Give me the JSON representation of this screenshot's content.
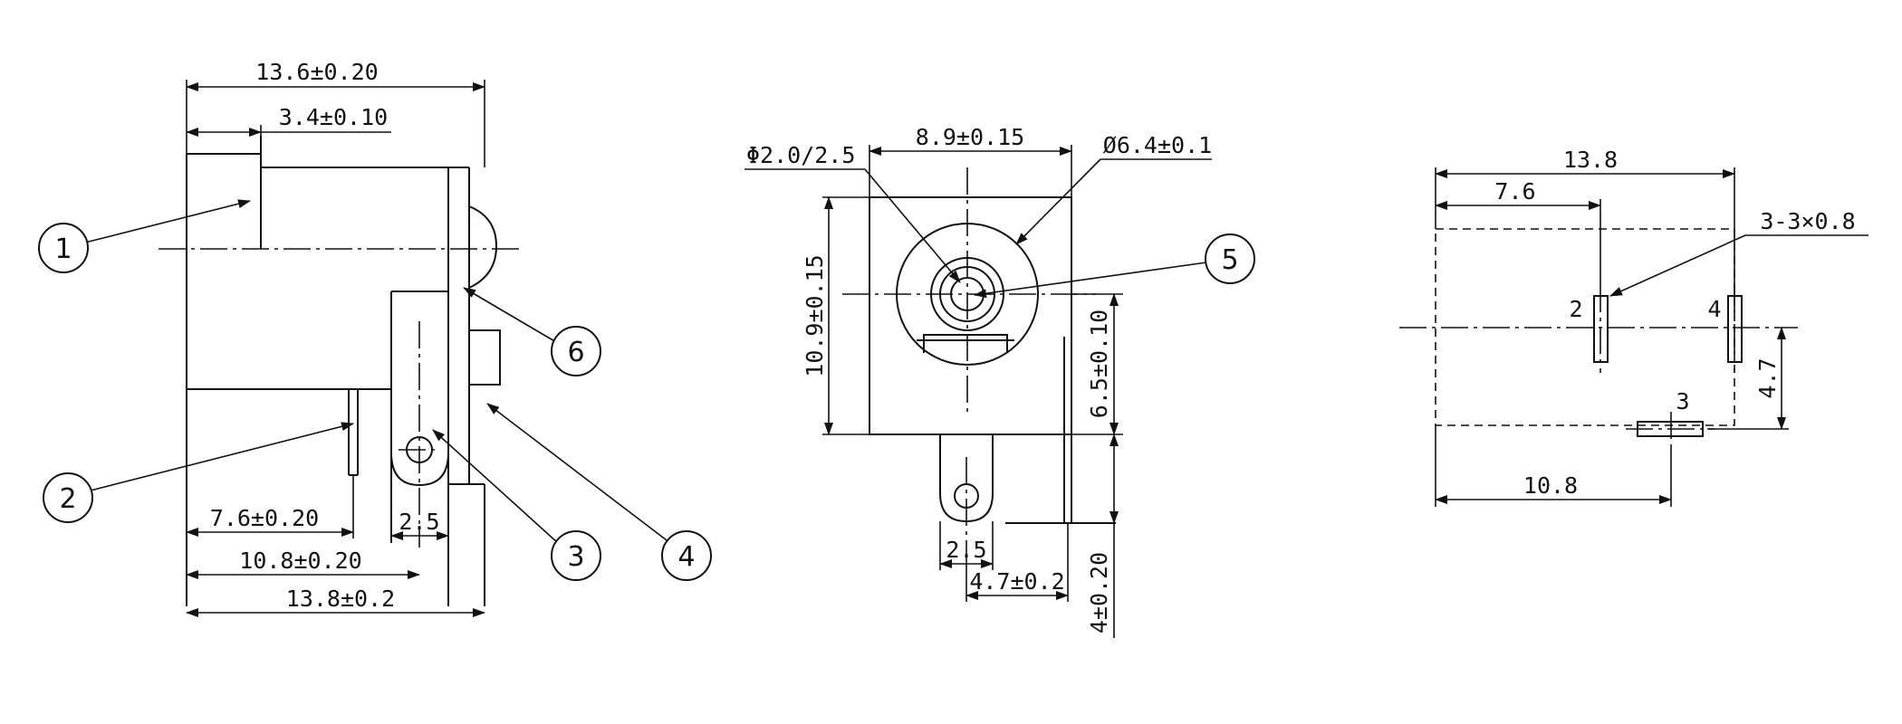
{
  "side_view": {
    "dims": {
      "overall_top": "13.6±0.20",
      "step": "3.4±0.10",
      "pin2": "7.6±0.20",
      "pin3_width": "2.5",
      "pin3": "10.8±0.20",
      "overall_bottom": "13.8±0.2"
    },
    "callouts": [
      "1",
      "2",
      "3",
      "4",
      "6"
    ]
  },
  "front_view": {
    "dims": {
      "hole": "Φ2.0/2.5",
      "width": "8.9±0.15",
      "bore": "Ø6.4±0.1",
      "height": "10.9±0.15",
      "center_height": "6.5±0.10",
      "tab_width": "2.5",
      "tab_offset": "4.7±0.2",
      "tab_length": "4±0.20"
    },
    "callouts": [
      "5"
    ]
  },
  "footprint": {
    "dims": {
      "overall": "13.8",
      "pin2": "7.6",
      "slot": "3-3×0.8",
      "offset": "4.7",
      "pin3": "10.8"
    },
    "pin_labels": [
      "2",
      "4",
      "3"
    ]
  }
}
